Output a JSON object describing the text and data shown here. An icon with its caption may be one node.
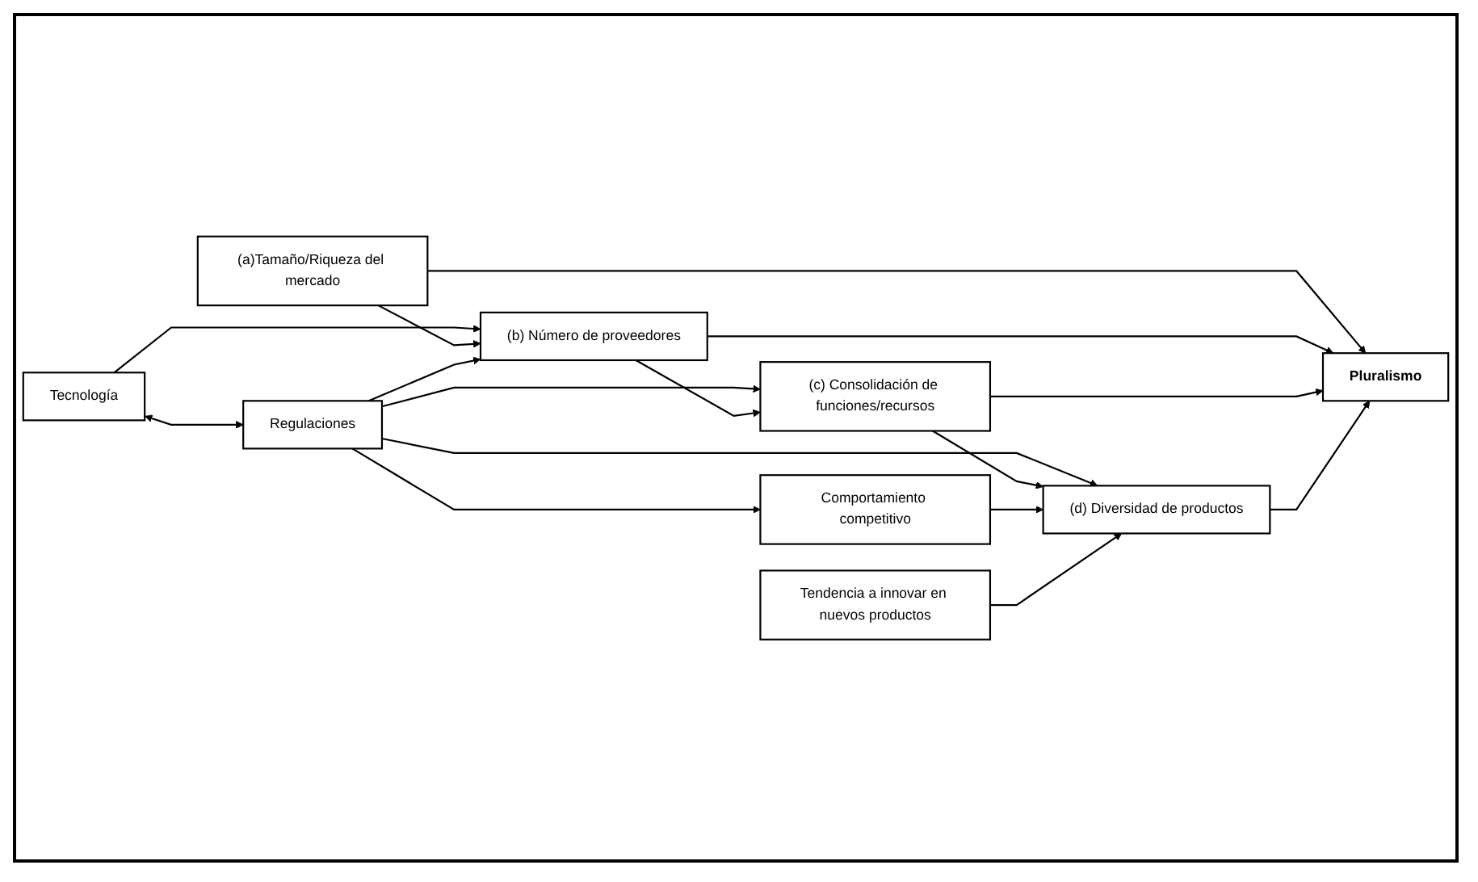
{
  "diagram": {
    "nodes": [
      {
        "text": [
          "Tecnología"
        ]
      },
      {
        "text": [
          "(a)Tamaño/Riqueza del mercado"
        ]
      },
      {
        "text": [
          "Regulaciones"
        ]
      },
      {
        "text": [
          "(b) Número de proveedores"
        ]
      },
      {
        "text": [
          "Pluralismo"
        ]
      },
      {
        "text": [
          "Comportamiento competitivo"
        ]
      },
      {
        "text": [
          "(c) Consolidación de funciones/recursos"
        ]
      },
      {
        "text": [
          "Tendencia a innovar en nuevos productos"
        ]
      },
      {
        "text": [
          "(d) Diversidad de productos"
        ]
      }
    ],
    "edges": [
      {
        "from": 0,
        "to": 2,
        "arrow": "both"
      },
      {
        "from": 0,
        "to": 3,
        "arrow": "to"
      },
      {
        "from": 1,
        "to": 3,
        "arrow": "to"
      },
      {
        "from": 1,
        "to": 4,
        "arrow": "to"
      },
      {
        "from": 2,
        "to": 3,
        "arrow": "to"
      },
      {
        "from": 2,
        "to": 5,
        "arrow": "to"
      },
      {
        "from": 2,
        "to": 6,
        "arrow": "to"
      },
      {
        "from": 2,
        "to": 8,
        "arrow": "to"
      },
      {
        "from": 3,
        "to": 4,
        "arrow": "to"
      },
      {
        "from": 3,
        "to": 6,
        "arrow": "to"
      },
      {
        "from": 6,
        "to": 4,
        "arrow": "to"
      },
      {
        "from": 6,
        "to": 8,
        "arrow": "to"
      },
      {
        "from": 5,
        "to": 8,
        "arrow": "to"
      },
      {
        "from": 7,
        "to": 8,
        "arrow": "to"
      },
      {
        "from": 8,
        "to": 4,
        "arrow": "to"
      }
    ]
  }
}
